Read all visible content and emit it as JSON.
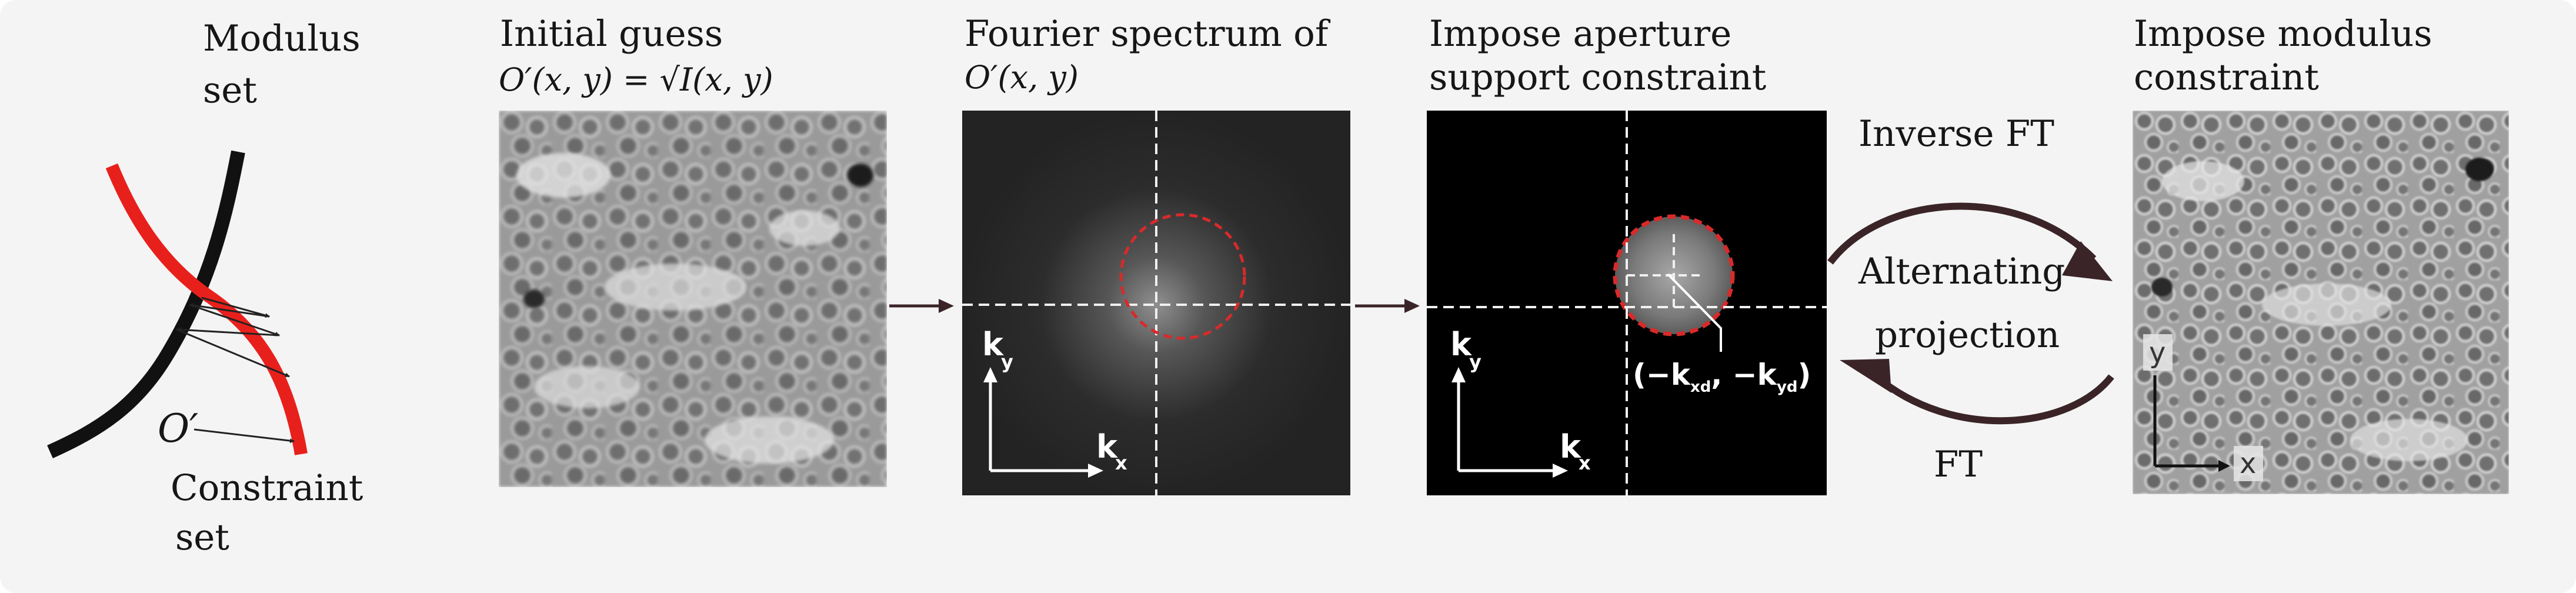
{
  "colors": {
    "background": "#f4f4f4",
    "constraint_curve": "#e8201c",
    "modulus_curve": "#111111",
    "arrow": "#3a2428",
    "support_circle": "#d82a2a"
  },
  "left_diagram": {
    "modulus_set_line1": "Modulus",
    "modulus_set_line2": "set",
    "constraint_set_line1": "Constraint",
    "constraint_set_line2": "set",
    "point_label": "O′"
  },
  "panels": {
    "initial_guess": {
      "title": "Initial guess",
      "formula": "O′(x, y) = √I(x, y)"
    },
    "fourier_spectrum": {
      "title_line1": "Fourier spectrum of",
      "title_line2": "O′(x, y)",
      "axis_ky": "k",
      "axis_ky_sub": "y",
      "axis_kx": "k",
      "axis_kx_sub": "x"
    },
    "aperture_support": {
      "title_line1": "Impose aperture",
      "title_line2": "support constraint",
      "axis_ky": "k",
      "axis_ky_sub": "y",
      "axis_kx": "k",
      "axis_kx_sub": "x",
      "center_label": "(−k",
      "center_label_sub1": "xd",
      "center_label_mid": ", −k",
      "center_label_sub2": "yd",
      "center_label_end": ")"
    },
    "modulus_constraint": {
      "title_line1": "Impose modulus",
      "title_line2": "constraint",
      "axis_y": "y",
      "axis_x": "x"
    }
  },
  "cycle": {
    "top_label": "Inverse FT",
    "center_line1": "Alternating",
    "center_line2": "projection",
    "bottom_label": "FT"
  }
}
